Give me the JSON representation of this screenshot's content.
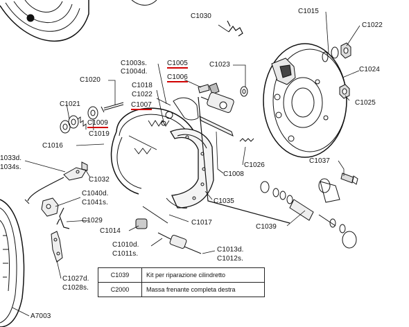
{
  "labels": {
    "c1030": "C1030",
    "c1015": "C1015",
    "c1022a": "C1022",
    "c1003s": "C1003s.",
    "c1004d": "C1004d.",
    "c1005": "C1005",
    "c1023": "C1023",
    "c1024": "C1024",
    "c1006": "C1006",
    "c1018": "C1018",
    "c1020": "C1020",
    "c1022b": "C1022",
    "c1007": "C1007",
    "c1025": "C1025",
    "c1021": "C1021",
    "c1009": "C1009",
    "c1019": "C1019",
    "c1016": "C1016",
    "c1033d": "1033d.",
    "c1034s": "1034s.",
    "c1026": "C1026",
    "c1037": "C1037",
    "c1008": "C1008",
    "c1032": "C1032",
    "c1040d": "C1040d.",
    "c1041s": "C1041s.",
    "c1035": "C1035",
    "c1029": "C1029",
    "c1017": "C1017",
    "c1014": "C1014",
    "c1039": "C1039",
    "c1010d": "C1010d.",
    "c1011s": "C1011s.",
    "c1013d": "C1013d.",
    "c1012s": "C1012s.",
    "c1027d": "C1027d.",
    "c1028s": "C1028s.",
    "a7003": "A7003"
  },
  "legend": [
    {
      "code": "C1039",
      "description": "Kit per riparazione cilindretto"
    },
    {
      "code": "C2000",
      "description": "Massa frenante completa destra"
    }
  ],
  "colors": {
    "ink": "#111111",
    "highlight": "#d10000",
    "paper": "#ffffff"
  }
}
